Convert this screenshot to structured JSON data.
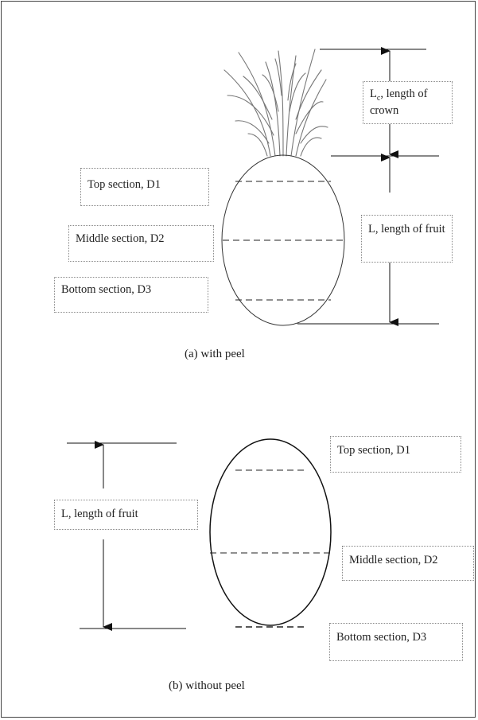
{
  "with_peel": {
    "caption": "(a) with peel",
    "sections": {
      "top": "Top section, D1",
      "middle": "Middle section, D2",
      "bottom": "Bottom section, D3"
    },
    "crown_label": {
      "symbol": "L",
      "subscript": "c",
      "text": ", length of crown"
    },
    "fruit_label": "L, length of fruit"
  },
  "without_peel": {
    "caption": "(b) without peel",
    "sections": {
      "top": "Top section, D1",
      "middle": "Middle section, D2",
      "bottom": "Bottom section, D3"
    },
    "fruit_label": "L, length of fruit"
  }
}
